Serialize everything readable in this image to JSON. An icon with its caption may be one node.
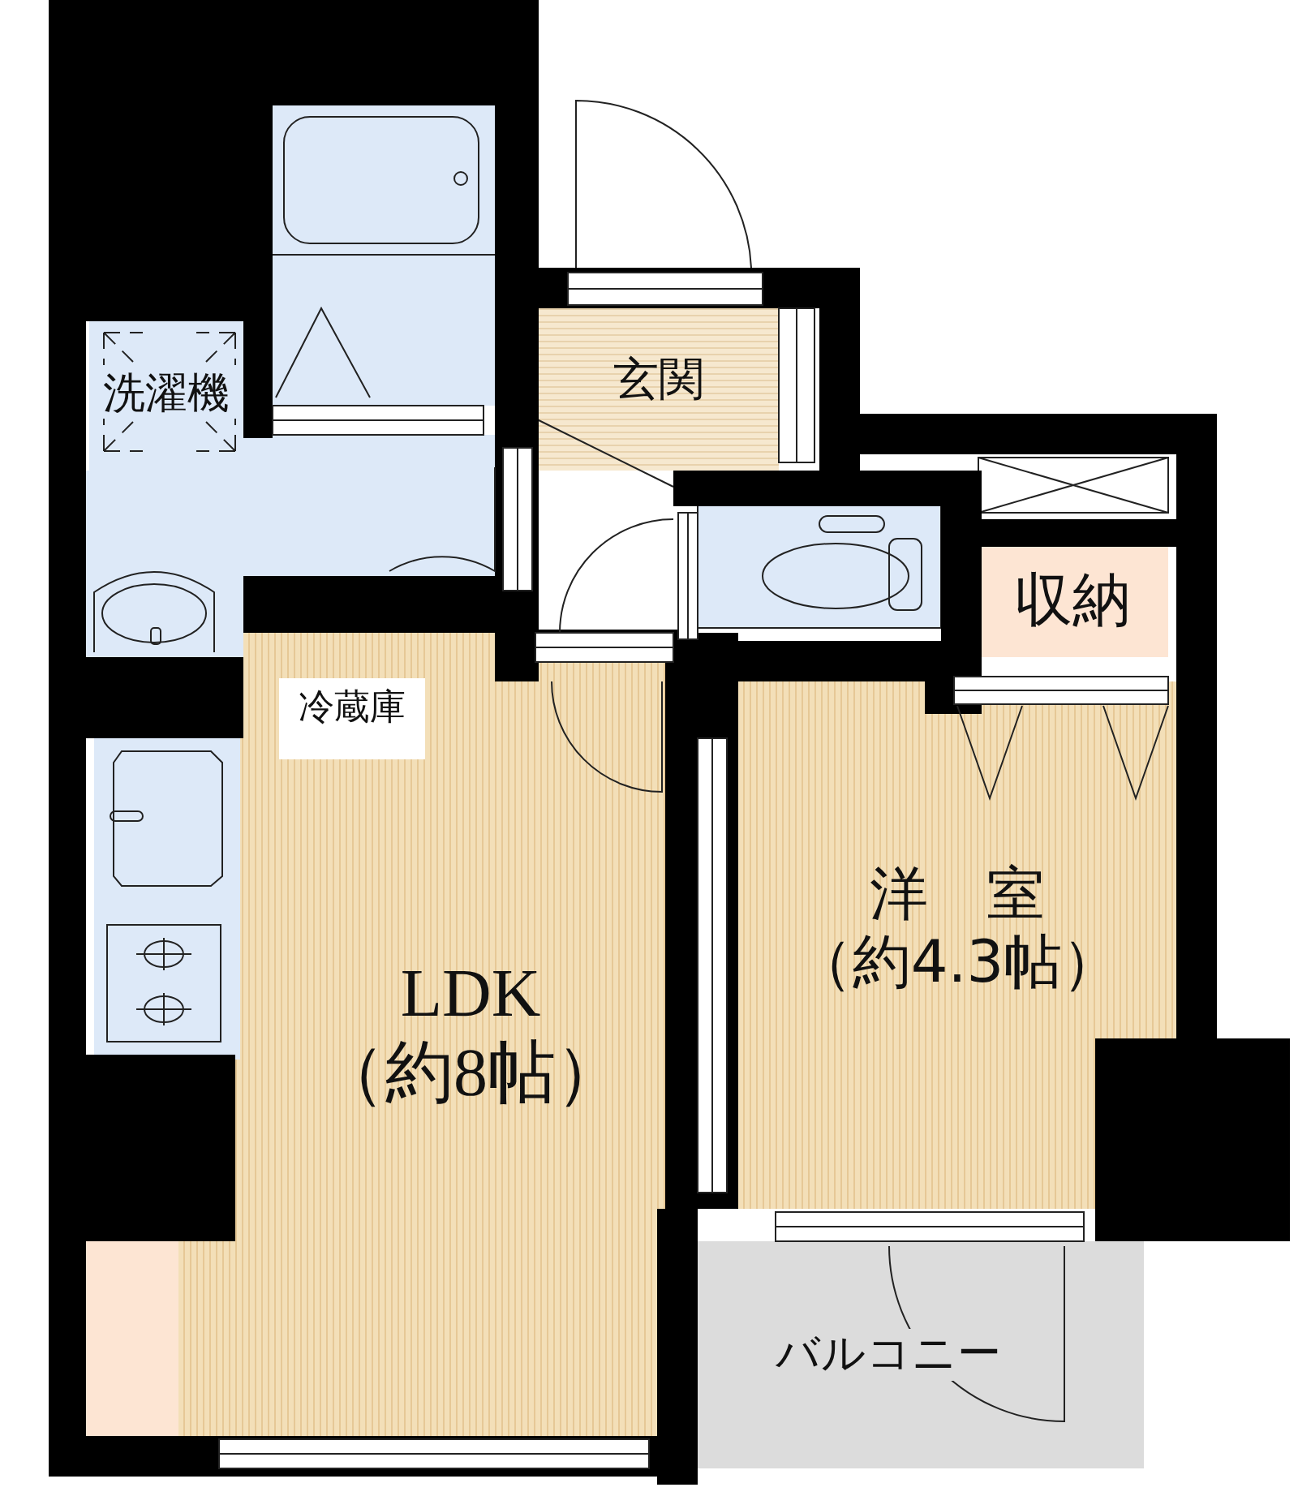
{
  "diagram": {
    "nodes": [
      {
        "text": [
          "洗濯機"
        ]
      },
      {
        "text": [
          "玄関"
        ]
      },
      {
        "text": [
          "収納"
        ]
      },
      {
        "text": [
          "LDK",
          "（約8帖）"
        ]
      },
      {
        "text": [
          "冷蔵庫"
        ],
        "in": 3
      },
      {
        "text": [
          "洋　室",
          "（約4.3帖）"
        ]
      },
      {
        "text": [
          "バルコニー"
        ]
      }
    ]
  }
}
